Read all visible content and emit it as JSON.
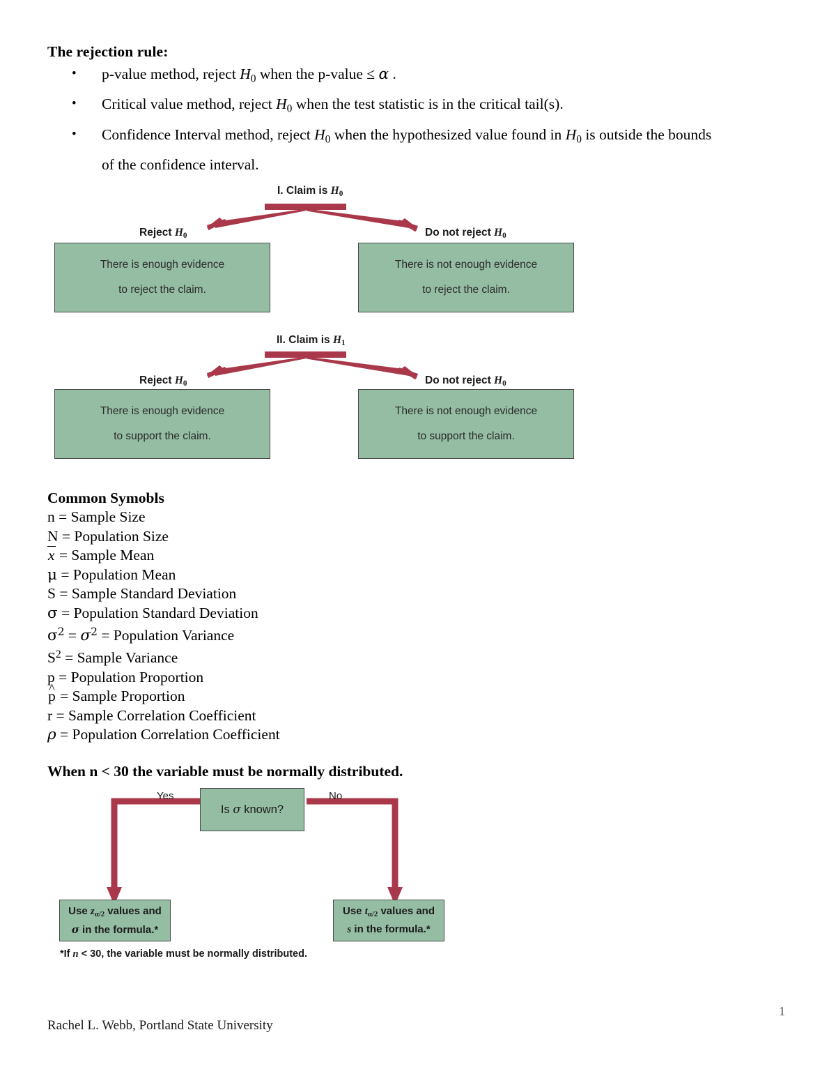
{
  "colors": {
    "box_fill": "#94bda3",
    "box_border": "#4a4a4a",
    "arrow_red": "#a9384a",
    "text": "#000000"
  },
  "rejection_rule": {
    "heading": "The rejection rule:",
    "bullet_glyph": "•",
    "bullets": [
      "p-value method, reject H₀ when the p-value ≤ α .",
      "Critical value method, reject H₀ when the test statistic is in the critical tail(s).",
      "Confidence Interval method, reject H₀ when the hypothesized value found in H₀ is outside the bounds of the confidence interval."
    ],
    "bullet_1": {
      "pre": "p-value method, reject ",
      "h": "H",
      "h_sub": "0",
      "post": " when the p-value ≤ ",
      "alpha": "α",
      "end": " ."
    },
    "bullet_2": {
      "pre": "Critical value method, reject ",
      "h": "H",
      "h_sub": "0",
      "post": " when the test statistic is in the critical tail(s)."
    },
    "bullet_3": {
      "pre": "Confidence Interval method, reject ",
      "h1": "H",
      "h1_sub": "0",
      "mid": " when the hypothesized value found in ",
      "h2": "H",
      "h2_sub": "0",
      "post": " is outside the bounds",
      "line2": "of the confidence interval."
    }
  },
  "diagrams": [
    {
      "title_prefix": "I. Claim is ",
      "title_symbol": "H",
      "title_sub": "0",
      "left_label_prefix": "Reject ",
      "left_label_symbol": "H",
      "left_label_sub": "0",
      "right_label_prefix": "Do not reject ",
      "right_label_symbol": "H",
      "right_label_sub": "0",
      "left_box": [
        "There is enough evidence",
        "to reject the claim."
      ],
      "right_box": [
        "There is not enough evidence",
        "to reject the claim."
      ]
    },
    {
      "title_prefix": "II. Claim is ",
      "title_symbol": "H",
      "title_sub": "1",
      "left_label_prefix": "Reject ",
      "left_label_symbol": "H",
      "left_label_sub": "0",
      "right_label_prefix": "Do not reject ",
      "right_label_symbol": "H",
      "right_label_sub": "0",
      "left_box": [
        "There is enough evidence",
        "to support the claim."
      ],
      "right_box": [
        "There is not enough evidence",
        "to support the claim."
      ]
    }
  ],
  "symbols": {
    "heading": "Common Symobls",
    "rows": [
      {
        "sym": "n",
        "def": "= Sample Size"
      },
      {
        "sym": "N",
        "def": "= Population Size"
      },
      {
        "sym": "x̄",
        "def": "= Sample Mean"
      },
      {
        "sym": "μ",
        "def": "= Population Mean"
      },
      {
        "sym": "S",
        "def": "= Sample Standard Deviation"
      },
      {
        "sym": "σ",
        "def": "= Population Standard Deviation"
      },
      {
        "sym": "σ²",
        "def": "= σ² = Population Variance"
      },
      {
        "sym": "S²",
        "def": "= Sample Variance"
      },
      {
        "sym": "p",
        "def": "= Population Proportion"
      },
      {
        "sym": "p̂",
        "def": "= Sample Proportion"
      },
      {
        "sym": "r",
        "def": "= Sample Correlation Coefficient"
      },
      {
        "sym": "ρ",
        "def": "= Population Correlation Coefficient"
      }
    ]
  },
  "flowchart": {
    "heading": "When n < 30 the variable must be normally distributed.",
    "decision_pre": "Is ",
    "decision_symbol": "σ",
    "decision_post": " known?",
    "yes_label": "Yes",
    "no_label": "No",
    "left_box": {
      "line1_pre": "Use ",
      "line1_var": "z",
      "line1_sub": "α/2",
      "line1_post": " values and",
      "line2_var": "σ",
      "line2_post": " in the formula.*"
    },
    "right_box": {
      "line1_pre": "Use ",
      "line1_var": "t",
      "line1_sub": "α/2",
      "line1_post": " values and",
      "line2_var": "s",
      "line2_post": " in the formula.*"
    },
    "footnote_pre": "*If ",
    "footnote_var": "n",
    "footnote_post": " < 30, the variable must be normally distributed."
  },
  "footer": {
    "page_number": "1",
    "attribution": "Rachel L. Webb, Portland State University"
  }
}
